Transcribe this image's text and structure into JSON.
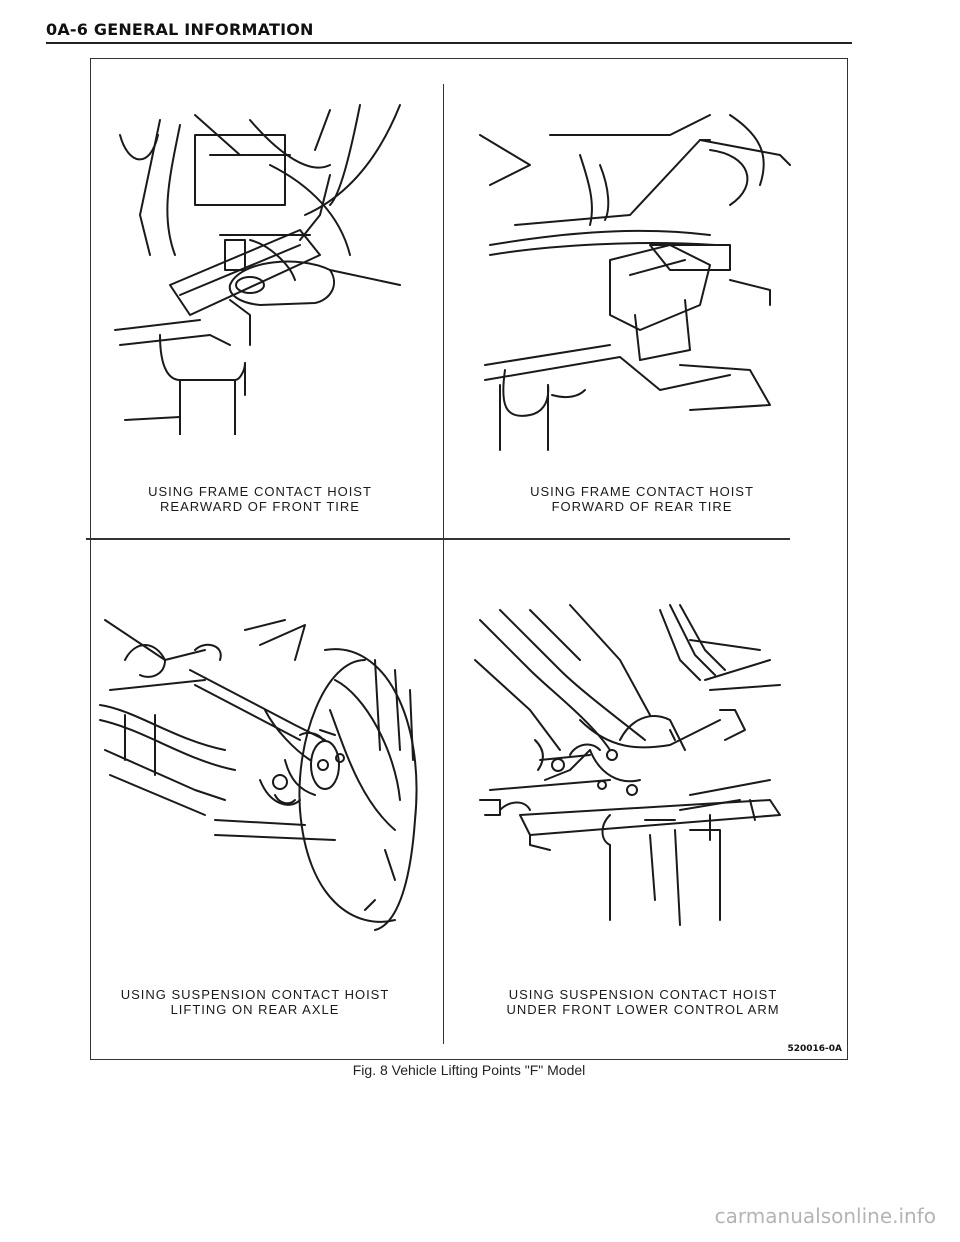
{
  "header": {
    "section_title": "0A-6 GENERAL INFORMATION"
  },
  "panels": [
    {
      "line1": "USING FRAME CONTACT HOIST",
      "line2": "REARWARD OF FRONT TIRE"
    },
    {
      "line1": "USING FRAME CONTACT HOIST",
      "line2": "FORWARD OF REAR TIRE"
    },
    {
      "line1": "USING SUSPENSION CONTACT HOIST",
      "line2": "LIFTING ON REAR AXLE"
    },
    {
      "line1": "USING SUSPENSION CONTACT HOIST",
      "line2": "UNDER FRONT LOWER CONTROL ARM"
    }
  ],
  "figure": {
    "number_code": "520016-0A",
    "caption": "Fig. 8 Vehicle Lifting Points \"F\" Model"
  },
  "watermark": "carmanualsonline.info"
}
